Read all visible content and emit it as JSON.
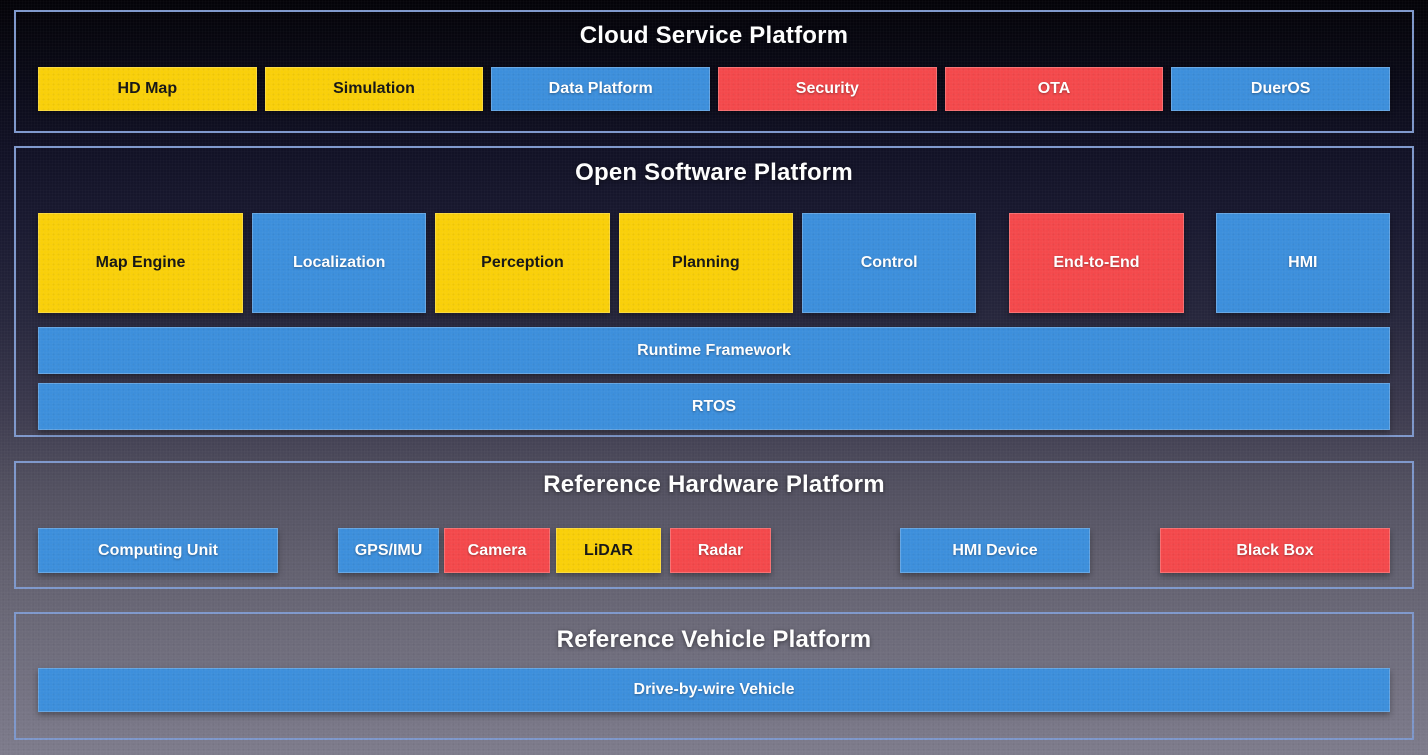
{
  "palette": {
    "yellow": "#F9D00A",
    "blue": "#3D8FDC",
    "red": "#F4494C",
    "panel_border": "#7F99CC"
  },
  "sections": [
    {
      "title": "Cloud Service Platform",
      "items": [
        {
          "label": "HD Map",
          "color": "yellow"
        },
        {
          "label": "Simulation",
          "color": "yellow"
        },
        {
          "label": "Data Platform",
          "color": "blue"
        },
        {
          "label": "Security",
          "color": "red"
        },
        {
          "label": "OTA",
          "color": "red"
        },
        {
          "label": "DuerOS",
          "color": "blue"
        }
      ]
    },
    {
      "title": "Open Software Platform",
      "items": [
        {
          "label": "Map Engine",
          "color": "yellow"
        },
        {
          "label": "Localization",
          "color": "blue"
        },
        {
          "label": "Perception",
          "color": "yellow"
        },
        {
          "label": "Planning",
          "color": "yellow"
        },
        {
          "label": "Control",
          "color": "blue"
        },
        {
          "label": "End-to-End",
          "color": "red"
        },
        {
          "label": "HMI",
          "color": "blue"
        }
      ],
      "bars": [
        {
          "label": "Runtime Framework",
          "color": "blue"
        },
        {
          "label": "RTOS",
          "color": "blue"
        }
      ]
    },
    {
      "title": "Reference Hardware Platform",
      "items": [
        {
          "label": "Computing Unit",
          "color": "blue"
        },
        {
          "label": "GPS/IMU",
          "color": "blue"
        },
        {
          "label": "Camera",
          "color": "red"
        },
        {
          "label": "LiDAR",
          "color": "yellow"
        },
        {
          "label": "Radar",
          "color": "red"
        },
        {
          "label": "HMI Device",
          "color": "blue"
        },
        {
          "label": "Black Box",
          "color": "red"
        }
      ]
    },
    {
      "title": "Reference Vehicle Platform",
      "bars": [
        {
          "label": "Drive-by-wire Vehicle",
          "color": "blue"
        }
      ]
    }
  ]
}
